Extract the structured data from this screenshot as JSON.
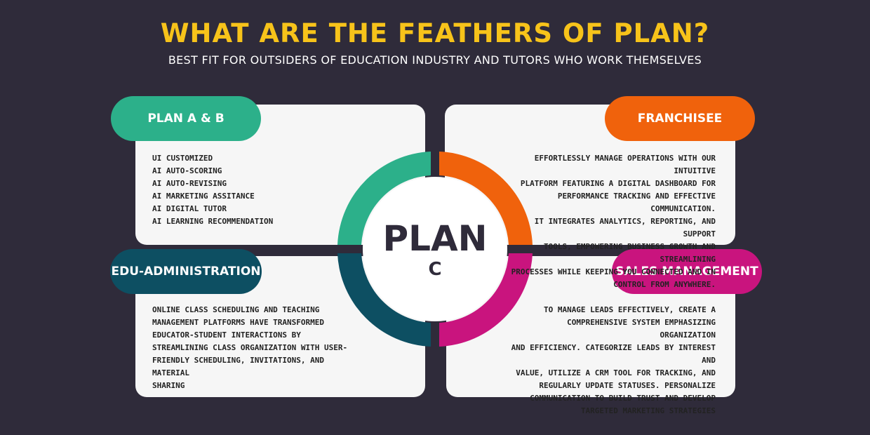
{
  "header": {
    "title": "WHAT ARE THE FEATHERS OF PLAN?",
    "subtitle": "BEST FIT FOR OUTSIDERS OF EDUCATION INDUSTRY AND TUTORS WHO WORK THEMSELVES"
  },
  "center": {
    "word": "PLAN",
    "letter": "C"
  },
  "plan_ab": {
    "label": "PLAN A & B",
    "color": "#2cb08a",
    "items": [
      "UI Customized",
      "AI Auto-Scoring",
      "AI Auto-Revising",
      "AI Marketing Assitance",
      "AI Digital Tutor",
      "AI Learning Recommendation"
    ]
  },
  "franchisee": {
    "label": "FRANCHISEE",
    "color": "#f0620c",
    "lines": [
      "Effortlessly manage operations with our intuitive",
      "platform featuring a digital dashboard for",
      "performance tracking and effective communication.",
      "It integrates analytics, reporting, and support",
      "tools, empowering business growth and streamlining",
      "processes while keeping you connected and in",
      "control from anywhere."
    ]
  },
  "edu_admin": {
    "label": "EDU-ADMINISTRATION",
    "color": "#0d4f62",
    "lines": [
      "Online class scheduling and teaching",
      "management platforms have transformed",
      "educator-student interactions by",
      "streamlining class organization with user-",
      "friendly scheduling, invitations, and material",
      "sharing"
    ]
  },
  "sales": {
    "label": "SALES MANAGEMENT",
    "color": "#c9147e",
    "lines": [
      "To manage leads effectively, create a",
      "comprehensive system emphasizing organization",
      "and efficiency. Categorize leads by interest and",
      "value, utilize a CRM tool for tracking, and",
      "regularly update statuses. Personalize",
      "communication to build trust and develop",
      "targeted marketing strategies"
    ]
  },
  "colors": {
    "background": "#2f2b3a",
    "title": "#f7c31a",
    "card": "#f6f6f6",
    "center_text": "#2f2b3a"
  }
}
